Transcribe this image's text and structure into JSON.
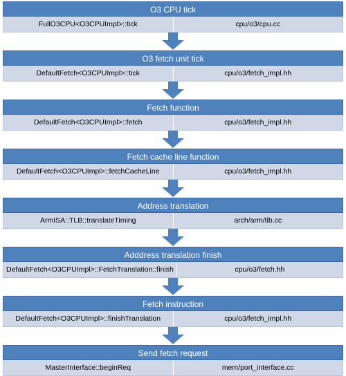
{
  "colors": {
    "header": "#4f81bd",
    "row": "#d0d8e8",
    "arrow": "#4f81bd"
  },
  "stages": [
    {
      "title": "O3 CPU tick",
      "function": "FullO3CPU<O3CPUImpl>::tick",
      "file": "cpu/o3/cpu.cc"
    },
    {
      "title": "O3 fetch unit tick",
      "function": "DefaultFetch<O3CPUImpl>::tick",
      "file": "cpu/o3/fetch_impl.hh"
    },
    {
      "title": "Fetch function",
      "function": "DefaultFetch<O3CPUImpl>::fetch",
      "file": "cpu/o3/fetch_impl.hh"
    },
    {
      "title": "Fetch cache line function",
      "function": "DefaultFetch<O3CPUImpl>::fetchCacheLine",
      "file": "cpu/o3/fetch_impl.hh"
    },
    {
      "title": "Address translation",
      "function": "ArmISA::TLB::translateTiming",
      "file": "arch/arm/tlb.cc"
    },
    {
      "title": "Adddress translation finish",
      "function": "DefaultFetch<O3CPUImpl>::FetchTranslation::finish",
      "file": "cpu/o3/fetch.hh"
    },
    {
      "title": "Fetch instruction",
      "function": "DefaultFetch<O3CPUImpl>::finishTranslation",
      "file": "cpu/o3/fetch_impl.hh"
    },
    {
      "title": "Send fetch request",
      "function": "MasterInterface::beginReq",
      "file": "mem/port_interface.cc"
    }
  ]
}
